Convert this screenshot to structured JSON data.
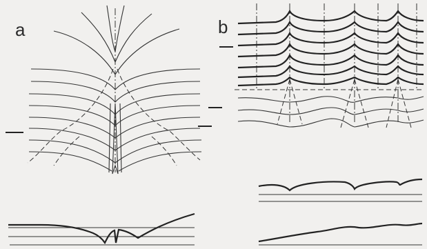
{
  "figure": {
    "panels": [
      {
        "id": "a",
        "label": "a"
      },
      {
        "id": "b",
        "label": "b"
      }
    ],
    "colors": {
      "background": "#f1f0ee",
      "ink": "#222222"
    }
  }
}
